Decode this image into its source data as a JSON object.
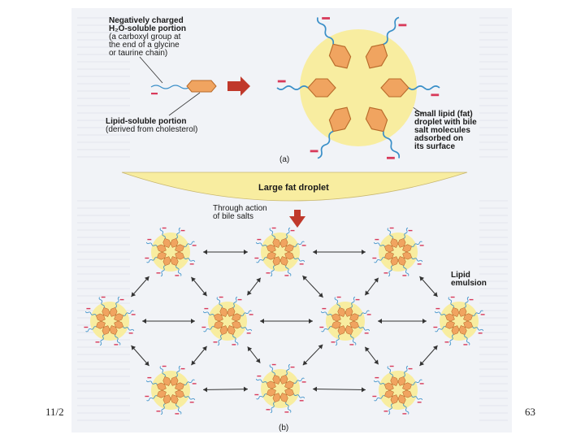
{
  "labels": {
    "neg_title": "Negatively charged\nH₂O-soluble portion",
    "neg_detail": "(a carboxyl group at\nthe end of a glycine\nor taurine chain)",
    "lipid_title": "Lipid-soluble portion",
    "lipid_detail": "(derived from cholesterol)",
    "small_droplet": "Small lipid (fat)\ndroplet with bile\nsalt molecules\nadsorbed on\nits surface",
    "part_a": "(a)",
    "large_droplet": "Large fat droplet",
    "through_action": "Through action\nof bile salts",
    "emulsion": "Lipid\nemulsion",
    "part_b": "(b)"
  },
  "footer": {
    "date": "11/2",
    "page": "63"
  },
  "colors": {
    "droplet": "#f8eda0",
    "molecule": "#f0a460",
    "tail": "#3a8fc8",
    "charge": "#d83a5a",
    "arrow_red": "#c0392b"
  }
}
